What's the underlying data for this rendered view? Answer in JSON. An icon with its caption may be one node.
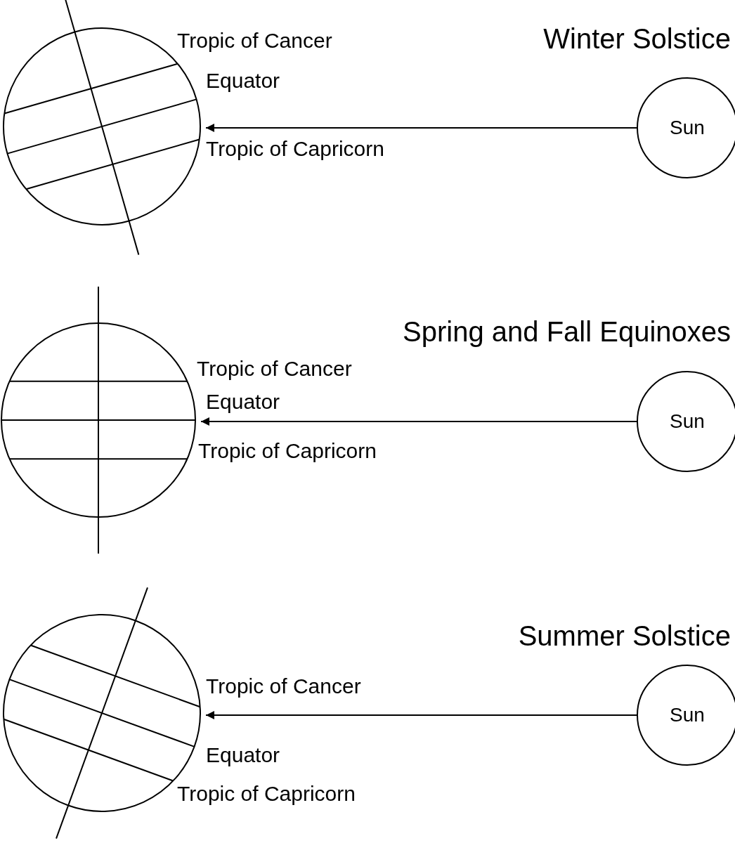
{
  "diagram": {
    "nodes": [
      {
        "text": [],
        "shape": "circle"
      },
      {
        "text": [
          "Sun"
        ]
      },
      {
        "text": [],
        "shape": "circle"
      },
      {
        "text": [
          "Sun"
        ]
      },
      {
        "text": [],
        "shape": "circle"
      },
      {
        "text": [
          "Sun"
        ]
      }
    ],
    "edges": [
      {
        "from": 1,
        "to": 0,
        "arrow": "to"
      },
      {
        "from": 3,
        "to": 2,
        "arrow": "to"
      },
      {
        "from": 5,
        "to": 4,
        "arrow": "to"
      }
    ],
    "labels": [
      "Tropic of Cancer",
      "Winter Solstice",
      "Equator",
      "Tropic of Capricorn",
      "Spring and Fall Equinoxes",
      "Tropic of Cancer",
      "Equator",
      "Tropic of Capricorn",
      "Summer Solstice",
      "Tropic of Cancer",
      "Equator",
      "Tropic of Capricorn"
    ]
  }
}
